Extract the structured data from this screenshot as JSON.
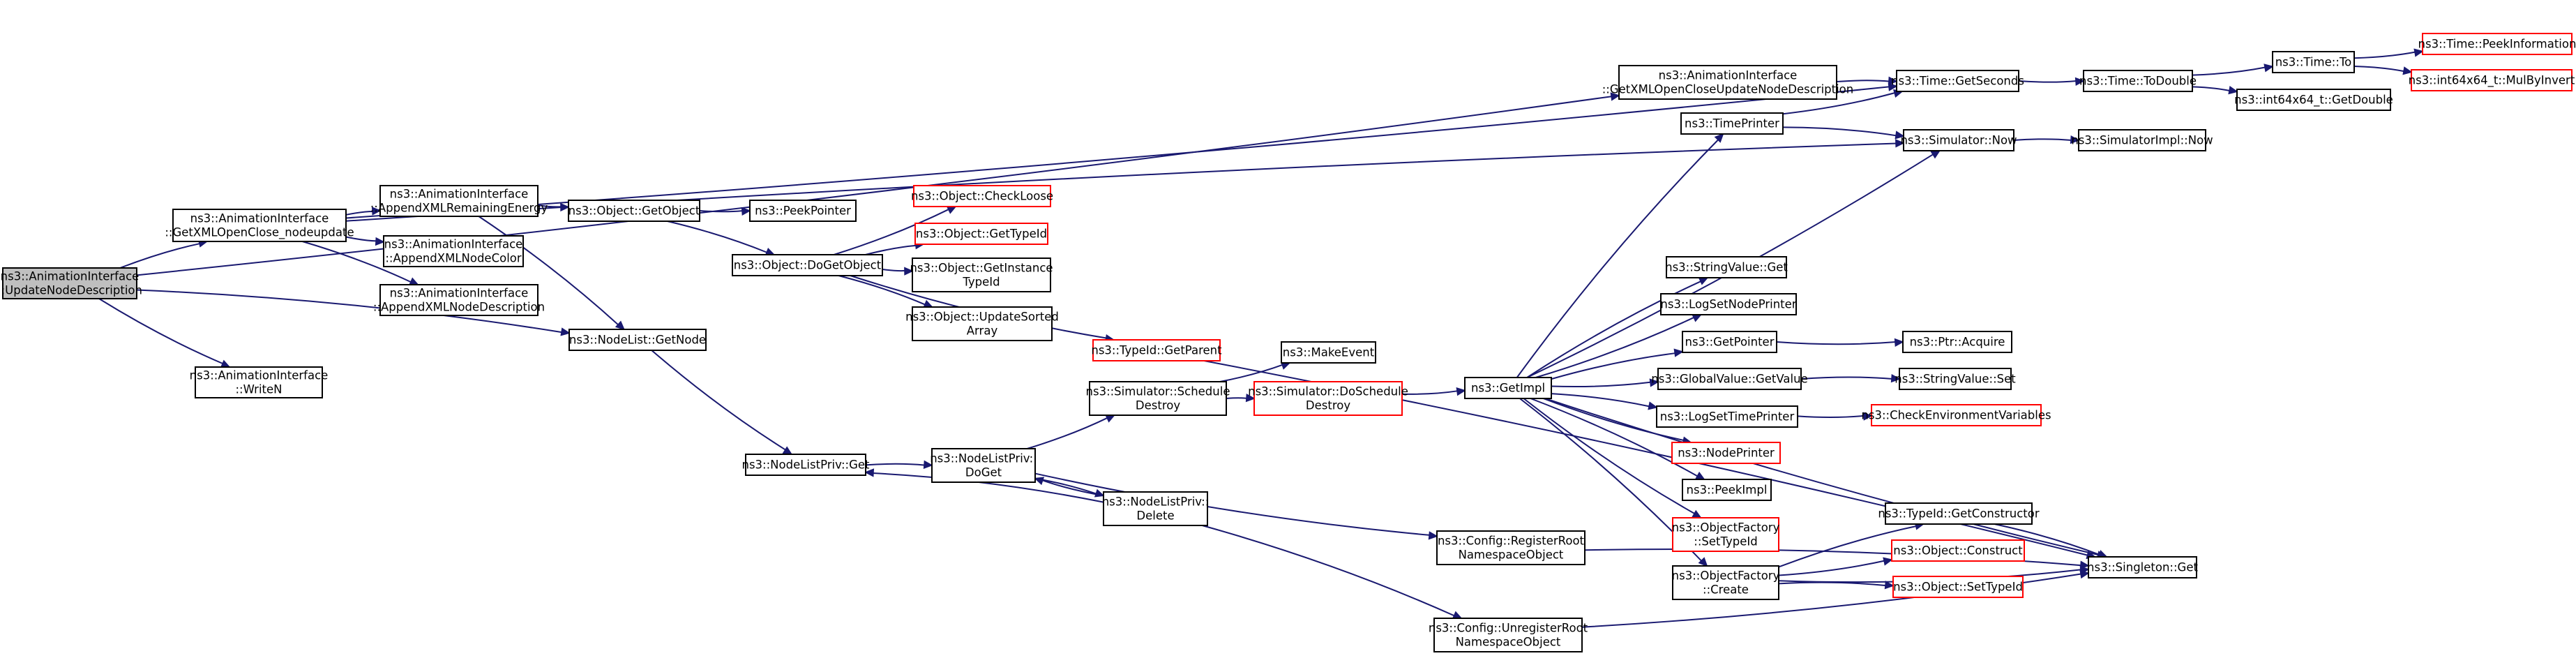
{
  "nodes": [
    {
      "id": "root",
      "lines": [
        "ns3::AnimationInterface",
        "::UpdateNodeDescription"
      ],
      "root": true
    },
    {
      "id": "getxml",
      "lines": [
        "ns3::AnimationInterface",
        "::GetXMLOpenClose_nodeupdate"
      ]
    },
    {
      "id": "writen",
      "lines": [
        "ns3::AnimationInterface",
        "::WriteN"
      ]
    },
    {
      "id": "appremaining",
      "lines": [
        "ns3::AnimationInterface",
        "::AppendXMLRemainingEnergy"
      ]
    },
    {
      "id": "appcolor",
      "lines": [
        "ns3::AnimationInterface",
        "::AppendXMLNodeColor"
      ]
    },
    {
      "id": "appdesc",
      "lines": [
        "ns3::AnimationInterface",
        "::AppendXMLNodeDescription"
      ]
    },
    {
      "id": "getobject",
      "lines": [
        "ns3::Object::GetObject"
      ]
    },
    {
      "id": "peekpointer",
      "lines": [
        "ns3::PeekPointer"
      ]
    },
    {
      "id": "dogetobject",
      "lines": [
        "ns3::Object::DoGetObject"
      ]
    },
    {
      "id": "checkloose",
      "lines": [
        "ns3::Object::CheckLoose"
      ],
      "red": true
    },
    {
      "id": "objgettypeid",
      "lines": [
        "ns3::Object::GetTypeId"
      ],
      "red": true
    },
    {
      "id": "getinstance",
      "lines": [
        "ns3::Object::GetInstance",
        "TypeId"
      ]
    },
    {
      "id": "updatesorted",
      "lines": [
        "ns3::Object::UpdateSorted",
        "Array"
      ]
    },
    {
      "id": "nodelistget",
      "lines": [
        "ns3::NodeList::GetNode"
      ]
    },
    {
      "id": "typeidparent",
      "lines": [
        "ns3::TypeId::GetParent"
      ],
      "red": true
    },
    {
      "id": "schedule",
      "lines": [
        "ns3::Simulator::Schedule",
        "Destroy"
      ]
    },
    {
      "id": "makeevent",
      "lines": [
        "ns3::MakeEvent"
      ]
    },
    {
      "id": "doschedule",
      "lines": [
        "ns3::Simulator::DoSchedule",
        "Destroy"
      ],
      "red": true
    },
    {
      "id": "nlpget",
      "lines": [
        "ns3::NodeListPriv::Get"
      ]
    },
    {
      "id": "nlpdoget",
      "lines": [
        "ns3::NodeListPriv::",
        "DoGet"
      ]
    },
    {
      "id": "nlpdelete",
      "lines": [
        "ns3::NodeListPriv::",
        "Delete"
      ]
    },
    {
      "id": "cfgregister",
      "lines": [
        "ns3::Config::RegisterRoot",
        "NamespaceObject"
      ]
    },
    {
      "id": "cfgunregister",
      "lines": [
        "ns3::Config::UnregisterRoot",
        "NamespaceObject"
      ]
    },
    {
      "id": "getxmlcloseupdate",
      "lines": [
        "ns3::AnimationInterface",
        "::GetXMLOpenCloseUpdateNodeDescription"
      ]
    },
    {
      "id": "timeprinter",
      "lines": [
        "ns3::TimePrinter"
      ]
    },
    {
      "id": "getimpl",
      "lines": [
        "ns3::GetImpl"
      ]
    },
    {
      "id": "strget",
      "lines": [
        "ns3::StringValue::Get"
      ]
    },
    {
      "id": "logsetnode",
      "lines": [
        "ns3::LogSetNodePrinter"
      ]
    },
    {
      "id": "getpointer",
      "lines": [
        "ns3::GetPointer"
      ]
    },
    {
      "id": "globalget",
      "lines": [
        "ns3::GlobalValue::GetValue"
      ]
    },
    {
      "id": "logsettime",
      "lines": [
        "ns3::LogSetTimePrinter"
      ]
    },
    {
      "id": "nodeprinter",
      "lines": [
        "ns3::NodePrinter"
      ],
      "red": true
    },
    {
      "id": "peekimpl",
      "lines": [
        "ns3::PeekImpl"
      ]
    },
    {
      "id": "ofsettypeid",
      "lines": [
        "ns3::ObjectFactory",
        "::SetTypeId"
      ],
      "red": true
    },
    {
      "id": "ofcreate",
      "lines": [
        "ns3::ObjectFactory",
        "::Create"
      ]
    },
    {
      "id": "getseconds",
      "lines": [
        "ns3::Time::GetSeconds"
      ]
    },
    {
      "id": "simnow",
      "lines": [
        "ns3::Simulator::Now"
      ]
    },
    {
      "id": "ptracquire",
      "lines": [
        "ns3::Ptr::Acquire"
      ]
    },
    {
      "id": "strset",
      "lines": [
        "ns3::StringValue::Set"
      ]
    },
    {
      "id": "checkenv",
      "lines": [
        "ns3::CheckEnvironmentVariables"
      ],
      "red": true
    },
    {
      "id": "typeidgetctor",
      "lines": [
        "ns3::TypeId::GetConstructor"
      ]
    },
    {
      "id": "objconstruct",
      "lines": [
        "ns3::Object::Construct"
      ],
      "red": true
    },
    {
      "id": "objsettypeid",
      "lines": [
        "ns3::Object::SetTypeId"
      ],
      "red": true
    },
    {
      "id": "todouble",
      "lines": [
        "ns3::Time::ToDouble"
      ]
    },
    {
      "id": "simimplnow",
      "lines": [
        "ns3::SimulatorImpl::Now"
      ]
    },
    {
      "id": "singletonget",
      "lines": [
        "ns3::Singleton::Get"
      ]
    },
    {
      "id": "timeto",
      "lines": [
        "ns3::Time::To"
      ]
    },
    {
      "id": "int64getdouble",
      "lines": [
        "ns3::int64x64_t::GetDouble"
      ]
    },
    {
      "id": "peekinfo",
      "lines": [
        "ns3::Time::PeekInformation"
      ],
      "red": true
    },
    {
      "id": "mulbyinvert",
      "lines": [
        "ns3::int64x64_t::MulByInvert"
      ],
      "red": true
    }
  ],
  "edges": [
    [
      "root",
      "getxml"
    ],
    [
      "root",
      "writen"
    ],
    [
      "root",
      "nodelistget"
    ],
    [
      "root",
      "getxmlcloseupdate"
    ],
    [
      "getxml",
      "appremaining"
    ],
    [
      "getxml",
      "appcolor"
    ],
    [
      "getxml",
      "appdesc"
    ],
    [
      "getxml",
      "getseconds"
    ],
    [
      "getxml",
      "simnow"
    ],
    [
      "appremaining",
      "getobject"
    ],
    [
      "appremaining",
      "nodelistget"
    ],
    [
      "getobject",
      "peekpointer"
    ],
    [
      "getobject",
      "dogetobject"
    ],
    [
      "dogetobject",
      "checkloose"
    ],
    [
      "dogetobject",
      "objgettypeid"
    ],
    [
      "dogetobject",
      "getinstance"
    ],
    [
      "dogetobject",
      "updatesorted"
    ],
    [
      "dogetobject",
      "typeidparent"
    ],
    [
      "typeidparent",
      "singletonget"
    ],
    [
      "nodelistget",
      "nlpget"
    ],
    [
      "nlpget",
      "nlpdoget"
    ],
    [
      "nlpdoget",
      "schedule"
    ],
    [
      "nlpdoget",
      "nlpdelete"
    ],
    [
      "nlpdoget",
      "cfgregister"
    ],
    [
      "nlpdelete",
      "nlpdoget"
    ],
    [
      "nlpdelete",
      "nlpget"
    ],
    [
      "nlpdelete",
      "cfgunregister"
    ],
    [
      "schedule",
      "makeevent"
    ],
    [
      "schedule",
      "doschedule"
    ],
    [
      "doschedule",
      "getimpl"
    ],
    [
      "cfgregister",
      "singletonget"
    ],
    [
      "cfgunregister",
      "singletonget"
    ],
    [
      "getimpl",
      "timeprinter"
    ],
    [
      "getimpl",
      "simnow"
    ],
    [
      "getimpl",
      "strget"
    ],
    [
      "getimpl",
      "logsetnode"
    ],
    [
      "getimpl",
      "getpointer"
    ],
    [
      "getimpl",
      "globalget"
    ],
    [
      "getimpl",
      "logsettime"
    ],
    [
      "getimpl",
      "nodeprinter"
    ],
    [
      "getimpl",
      "peekimpl"
    ],
    [
      "getimpl",
      "ofsettypeid"
    ],
    [
      "getimpl",
      "ofcreate"
    ],
    [
      "getimpl",
      "singletonget"
    ],
    [
      "getxmlcloseupdate",
      "getseconds"
    ],
    [
      "timeprinter",
      "getseconds"
    ],
    [
      "timeprinter",
      "simnow"
    ],
    [
      "getpointer",
      "ptracquire"
    ],
    [
      "globalget",
      "strset"
    ],
    [
      "logsettime",
      "checkenv"
    ],
    [
      "ofcreate",
      "typeidgetctor"
    ],
    [
      "ofcreate",
      "objconstruct"
    ],
    [
      "ofcreate",
      "objsettypeid"
    ],
    [
      "ofcreate",
      "singletonget"
    ],
    [
      "typeidgetctor",
      "singletonget"
    ],
    [
      "getseconds",
      "todouble"
    ],
    [
      "simnow",
      "simimplnow"
    ],
    [
      "todouble",
      "timeto"
    ],
    [
      "todouble",
      "int64getdouble"
    ],
    [
      "timeto",
      "peekinfo"
    ],
    [
      "timeto",
      "mulbyinvert"
    ]
  ]
}
